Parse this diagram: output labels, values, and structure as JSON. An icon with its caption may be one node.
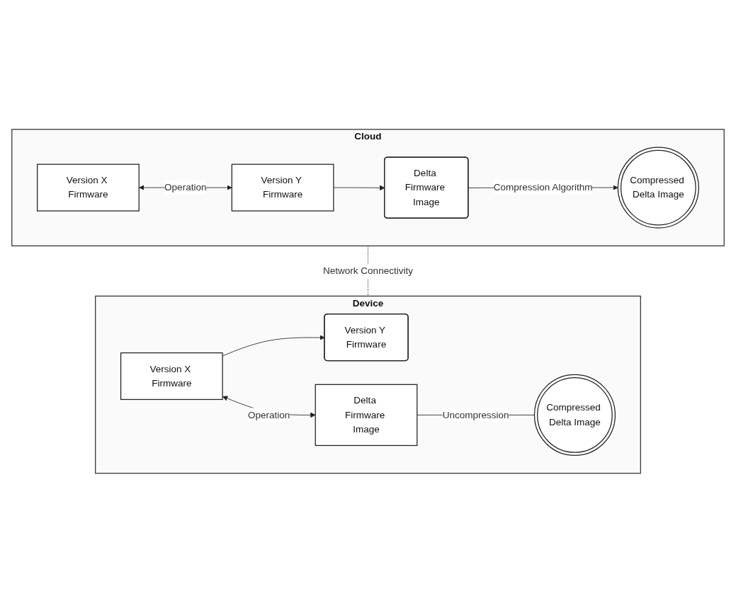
{
  "diagram": {
    "nodes": [
      {
        "text": [
          "Cloud"
        ]
      },
      {
        "text": [
          "Version X Firmware"
        ],
        "in": 0
      },
      {
        "text": [
          "Version Y Firmware"
        ],
        "in": 0
      },
      {
        "text": [
          "Delta Firmware Image"
        ],
        "in": 0
      },
      {
        "text": [
          "Compressed Delta Image"
        ],
        "in": 0
      },
      {
        "text": [
          "Device"
        ]
      },
      {
        "text": [
          "Version Y Firmware"
        ],
        "in": 5
      },
      {
        "text": [
          "Version X Firmware"
        ],
        "in": 5
      },
      {
        "text": [
          "Delta Firmware Image"
        ],
        "in": 5
      },
      {
        "text": [
          "Compressed Delta Image"
        ],
        "in": 5
      }
    ],
    "edges": [
      {
        "from": 1,
        "to": 2,
        "arrow": "both",
        "label": "Operation"
      },
      {
        "from": 2,
        "to": 3,
        "arrow": "to"
      },
      {
        "from": 3,
        "to": 4,
        "arrow": "to",
        "label": "Compression Algorithm"
      },
      {
        "from": 0,
        "to": 5,
        "arrow": "none",
        "label": "Network Connectivity",
        "style": "dashed"
      },
      {
        "from": 7,
        "to": 6,
        "arrow": "to"
      },
      {
        "from": 7,
        "to": 8,
        "arrow": "both",
        "label": "Operation"
      },
      {
        "from": 8,
        "to": 9,
        "arrow": "none",
        "label": "Uncompression"
      }
    ]
  }
}
